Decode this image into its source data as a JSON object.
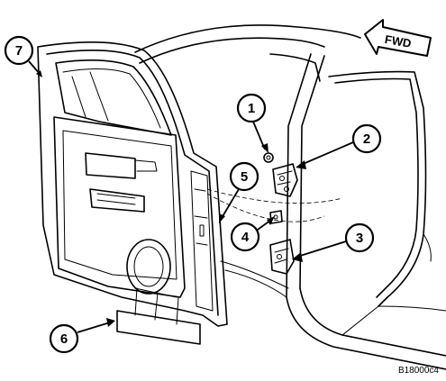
{
  "direction_label": "FWD",
  "figure_id": "B18000c4",
  "callouts": [
    {
      "id": "1",
      "label": "1"
    },
    {
      "id": "2",
      "label": "2"
    },
    {
      "id": "3",
      "label": "3"
    },
    {
      "id": "4",
      "label": "4"
    },
    {
      "id": "5",
      "label": "5"
    },
    {
      "id": "6",
      "label": "6"
    },
    {
      "id": "7",
      "label": "7"
    }
  ],
  "colors": {
    "line": "#000000",
    "background": "#ffffff"
  }
}
